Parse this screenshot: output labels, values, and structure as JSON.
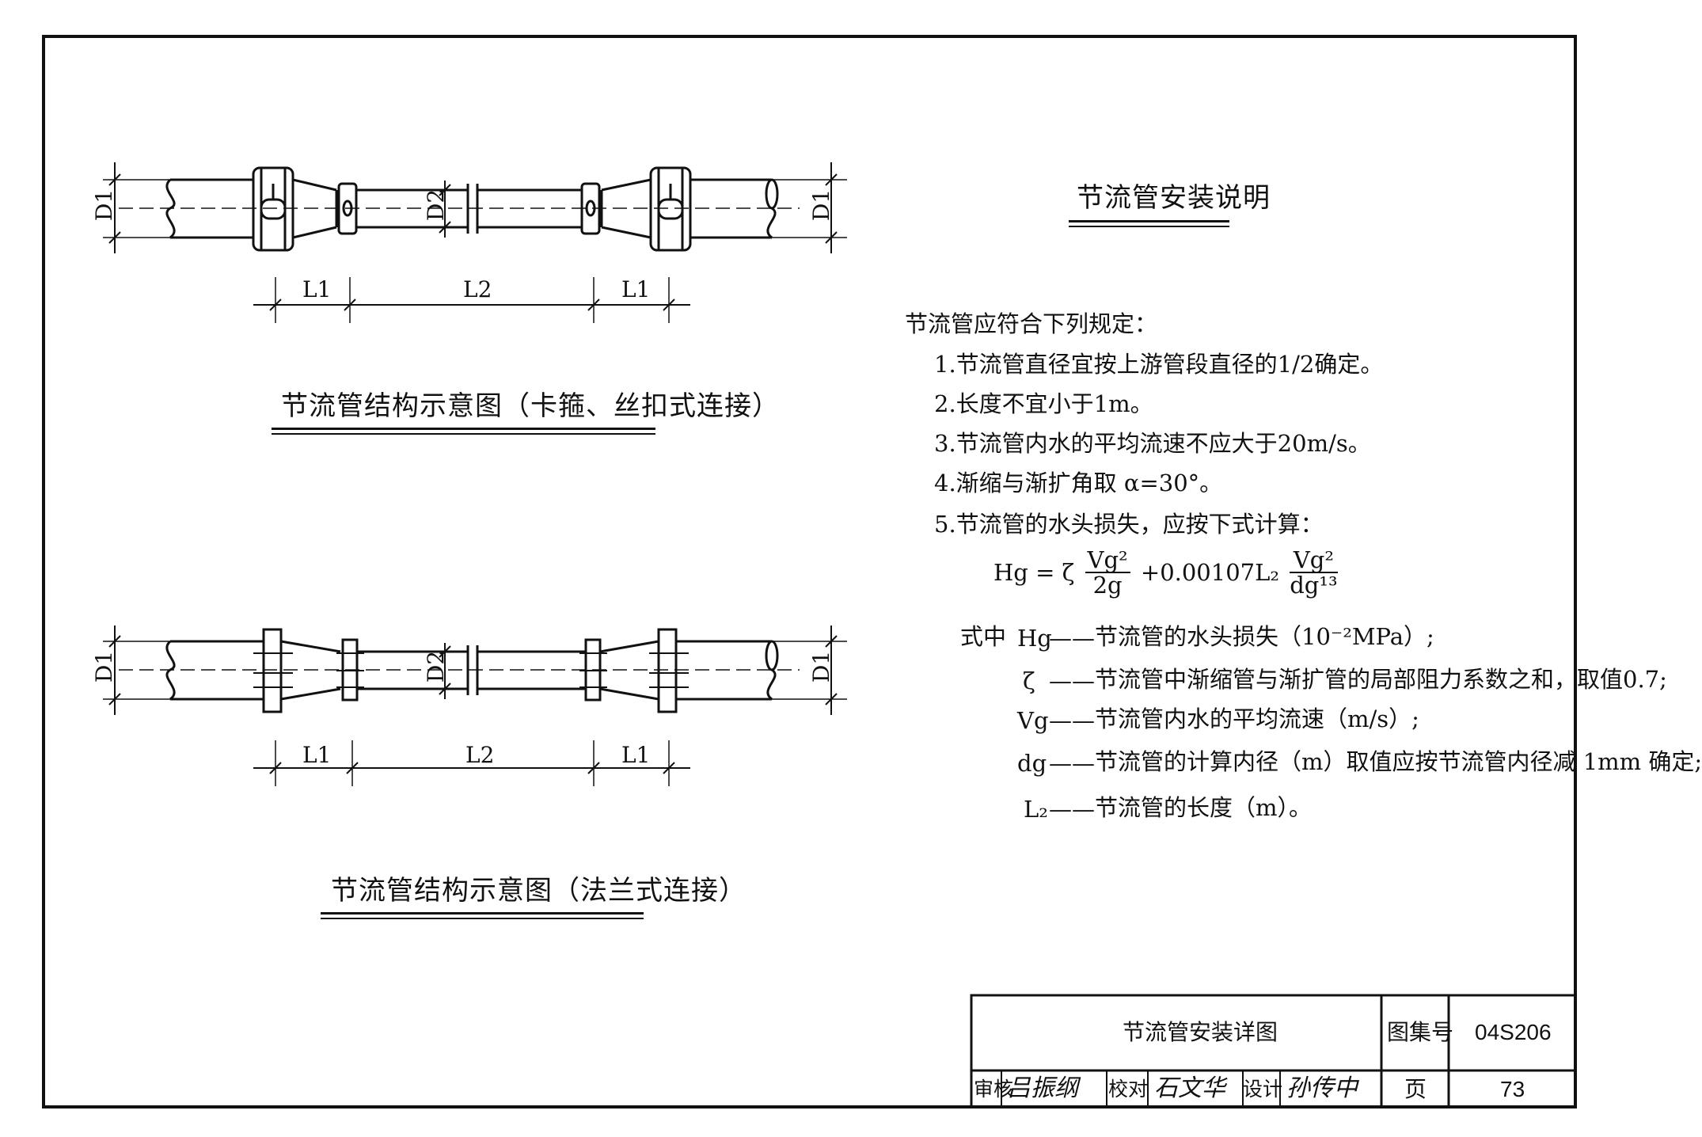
{
  "diagram_top": {
    "title": "节流管结构示意图（卡箍、丝扣式连接）",
    "labels": {
      "d1_left": "D1",
      "d2": "D2",
      "d1_right": "D1",
      "l1_left": "L1",
      "l2": "L2",
      "l1_right": "L1"
    }
  },
  "diagram_bottom": {
    "title": "节流管结构示意图（法兰式连接）",
    "labels": {
      "d1_left": "D1",
      "d2": "D2",
      "d1_right": "D1",
      "l1_left": "L1",
      "l2": "L2",
      "l1_right": "L1"
    }
  },
  "notes": {
    "heading": "节流管安装说明",
    "intro": "节流管应符合下列规定：",
    "items": [
      "1.节流管直径宜按上游管段直径的1/2确定。",
      "2.长度不宜小于1m。",
      "3.节流管内水的平均流速不应大于20m/s。",
      "4.渐缩与渐扩角取 α=30°。",
      "5.节流管的水头损失，应按下式计算："
    ],
    "formula": {
      "lhs": "Hg = ζ",
      "term1_num": "Vg²",
      "term1_den": "2g",
      "plus": "+0.00107L₂",
      "term2_num": "Vg²",
      "term2_den": "dg¹³"
    },
    "where_label": "式中",
    "definitions": [
      {
        "sym": "Hg",
        "desc": "节流管的水头损失（10⁻²MPa）;"
      },
      {
        "sym": "ζ",
        "desc": "节流管中渐缩管与渐扩管的局部阻力系数之和，取值0.7;"
      },
      {
        "sym": "Vg",
        "desc": "节流管内水的平均流速（m/s）;"
      },
      {
        "sym": "dg",
        "desc": "节流管的计算内径（m）取值应按节流管内径减 1mm 确定;"
      },
      {
        "sym": "L₂",
        "desc": "节流管的长度（m）。"
      }
    ]
  },
  "title_block": {
    "drawing_title": "节流管安装详图",
    "atlas_label": "图集号",
    "atlas_no": "04S206",
    "review_label": "审核",
    "review_sig": "吕振纲",
    "check_label": "校对",
    "check_sig": "石文华",
    "design_label": "设计",
    "design_sig": "孙传中",
    "page_label": "页",
    "page_no": "73"
  }
}
